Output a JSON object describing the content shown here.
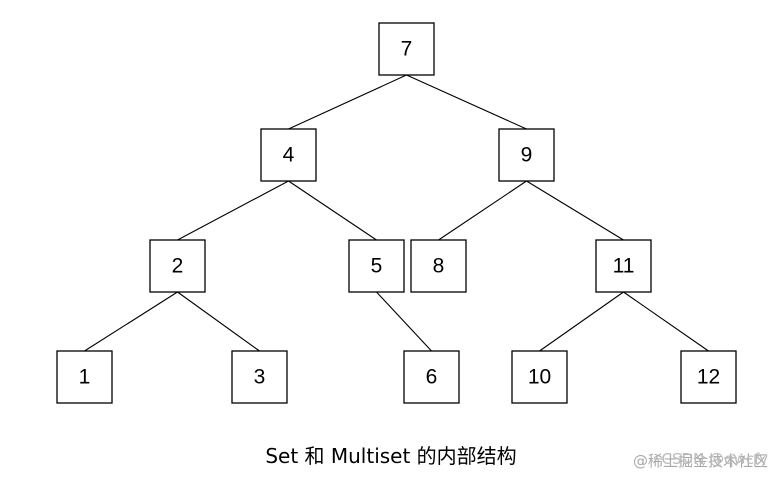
{
  "diagram": {
    "nodes": [
      {
        "id": "n7",
        "label": "7"
      },
      {
        "id": "n4",
        "label": "4"
      },
      {
        "id": "n9",
        "label": "9"
      },
      {
        "id": "n2",
        "label": "2"
      },
      {
        "id": "n5",
        "label": "5"
      },
      {
        "id": "n8",
        "label": "8"
      },
      {
        "id": "n11",
        "label": "11"
      },
      {
        "id": "n1",
        "label": "1"
      },
      {
        "id": "n3",
        "label": "3"
      },
      {
        "id": "n6",
        "label": "6"
      },
      {
        "id": "n10",
        "label": "10"
      },
      {
        "id": "n12",
        "label": "12"
      }
    ],
    "edges": [
      {
        "from": "n7",
        "to": "n4"
      },
      {
        "from": "n7",
        "to": "n9"
      },
      {
        "from": "n4",
        "to": "n2"
      },
      {
        "from": "n4",
        "to": "n5"
      },
      {
        "from": "n9",
        "to": "n8"
      },
      {
        "from": "n9",
        "to": "n11"
      },
      {
        "from": "n2",
        "to": "n1"
      },
      {
        "from": "n2",
        "to": "n3"
      },
      {
        "from": "n5",
        "to": "n6"
      },
      {
        "from": "n11",
        "to": "n10"
      },
      {
        "from": "n11",
        "to": "n12"
      }
    ],
    "caption": "Set 和 Multiset 的内部结构"
  },
  "watermark": {
    "line1": "@稀土掘金技术社区",
    "line2": "CSDN @qwcfy"
  }
}
